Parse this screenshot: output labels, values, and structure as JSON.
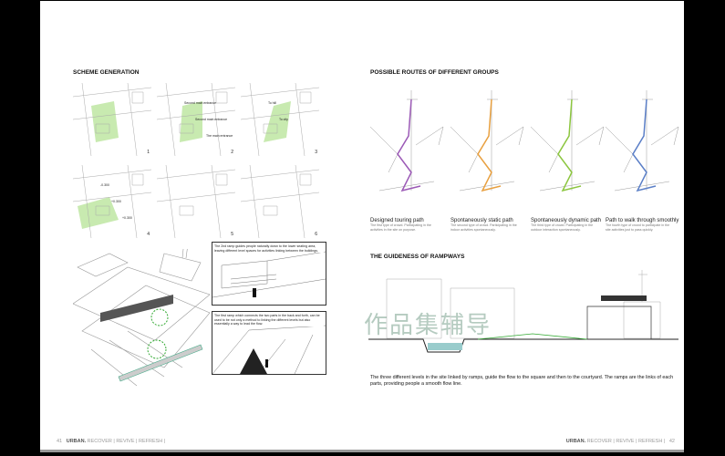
{
  "left_page": {
    "section_title": "SCHEME GENERATION",
    "thumbnails": [
      {
        "number": "1",
        "labels": []
      },
      {
        "number": "2",
        "labels": [
          "Second main entrance",
          "Second main entrance",
          "The main entrance"
        ]
      },
      {
        "number": "3",
        "labels": [
          "To hill",
          "To city"
        ]
      },
      {
        "number": "4",
        "labels": [
          "-0.300",
          "+0.300",
          "+0.300"
        ]
      },
      {
        "number": "5",
        "labels": []
      },
      {
        "number": "6",
        "labels": []
      }
    ],
    "inset_captions": [
      "The 2nd ramp guides people naturally down to the lower seating area, leaving different level spaces for activities linking between the buildings.",
      "The first ramp which connects the two parts in the back and forth, can be used to be not only a method to linking the different levels but also essentially a way to lead the flow."
    ],
    "footer": {
      "page_number": "41",
      "brand": "URBAN.",
      "tagline": "RECOVER | REVIVE | REFRESH |"
    }
  },
  "right_page": {
    "section_title": "POSSIBLE ROUTES OF DIFFERENT GROUPS",
    "routes": [
      {
        "title": "Designed touring path",
        "desc": "The first type of crowd. Participating in the activities in the site on purpose.",
        "color": "#9b59b6"
      },
      {
        "title": "Spontaneously static path",
        "desc": "The second type of crowd. Participating in the indoor activities spontaneously.",
        "color": "#e8a040"
      },
      {
        "title": "Spontaneously dynamic path",
        "desc": "The third type of crowd. Participating in the outdoor interaction spontaneously.",
        "color": "#8cc63f"
      },
      {
        "title": "Path to walk through smoothly",
        "desc": "The fourth type of crowd to participate in the site activities just to pass quickly.",
        "color": "#5b7fc7"
      }
    ],
    "ramp_title": "THE GUIDENESS OF RAMPWAYS",
    "ramp_text": "The three different levels in the site linked by ramps, guide the flow to the square and then to the courtyard. The ramps are the links of each parts,  providing people a smooth flow line.",
    "footer": {
      "brand": "URBAN.",
      "tagline": "RECOVER | REVIVE | REFRESH |",
      "page_number": "42"
    }
  },
  "watermark": {
    "text": "作品集辅导"
  }
}
